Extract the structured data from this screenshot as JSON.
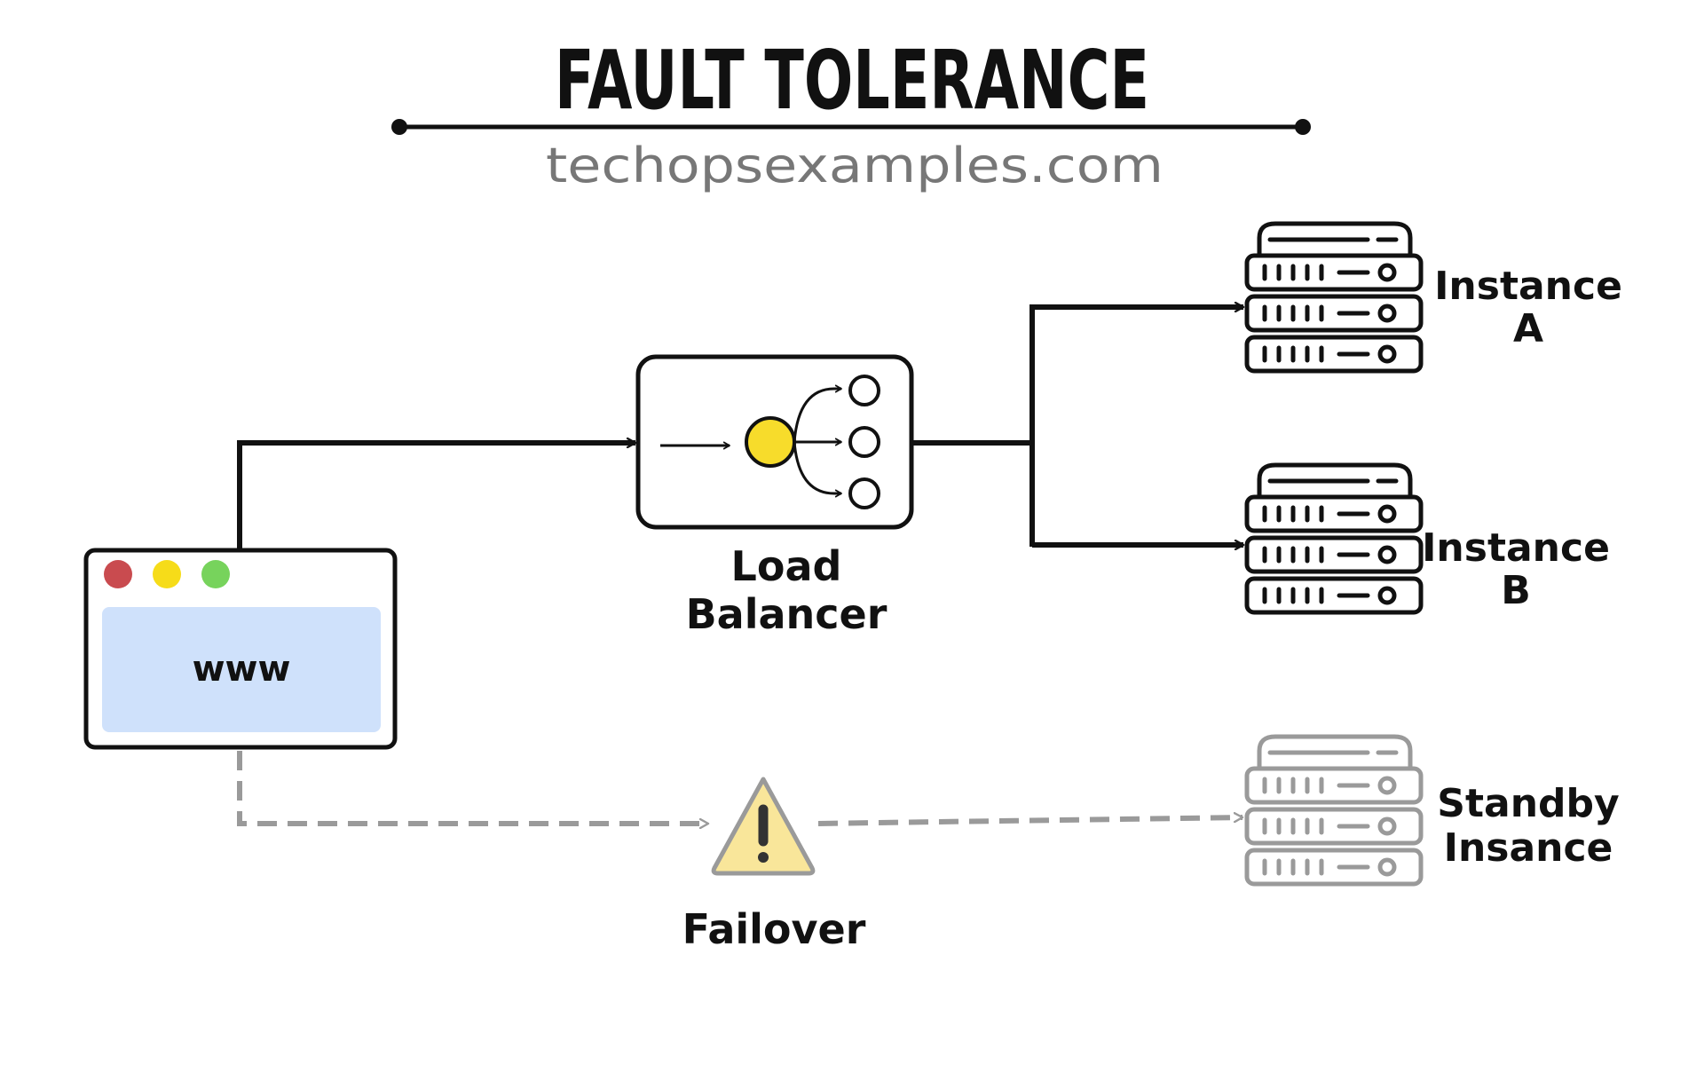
{
  "header": {
    "title": "FAULT TOLERANCE",
    "subtitle": "techopsexamples.com"
  },
  "client": {
    "label": "www",
    "dot_colors": [
      "#c94b4f",
      "#f6dc19",
      "#77d35c"
    ]
  },
  "load_balancer": {
    "label_line1": "Load",
    "label_line2": "Balancer"
  },
  "instances": [
    {
      "label_line1": "Instance",
      "label_line2": "A"
    },
    {
      "label_line1": "Instance",
      "label_line2": "B"
    }
  ],
  "standby": {
    "label_line1": "Standby",
    "label_line2": "Insance"
  },
  "failover": {
    "label": "Failover"
  },
  "colors": {
    "ink": "#111111",
    "muted": "#9a9a9a",
    "accent_yellow": "#f7dc2b",
    "warning_fill": "#f9e69a",
    "browser_panel": "#cfe1fb",
    "subtitle": "#777777"
  }
}
